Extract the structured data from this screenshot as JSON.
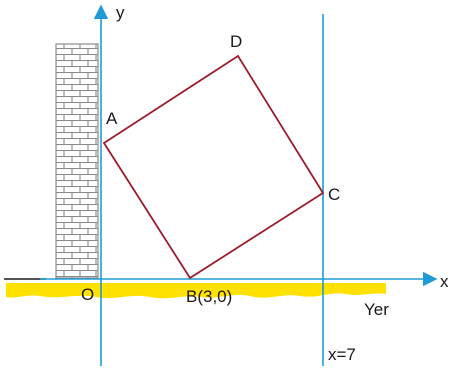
{
  "labels": {
    "x_axis": "x",
    "y_axis": "y",
    "origin": "O",
    "point_a": "A",
    "point_b": "B(3,0)",
    "point_c": "C",
    "point_d": "D",
    "ground": "Yer",
    "line_c": "x=7"
  },
  "colors": {
    "axis": "#1e9bd7",
    "square": "#9b1c2c",
    "ground": "#ffe100",
    "wall_mortar": "#8a8a8a",
    "wall_brick": "#ffffff",
    "text": "#1a1a1a"
  },
  "icons": {
    "wall": "brick-wall-icon"
  }
}
